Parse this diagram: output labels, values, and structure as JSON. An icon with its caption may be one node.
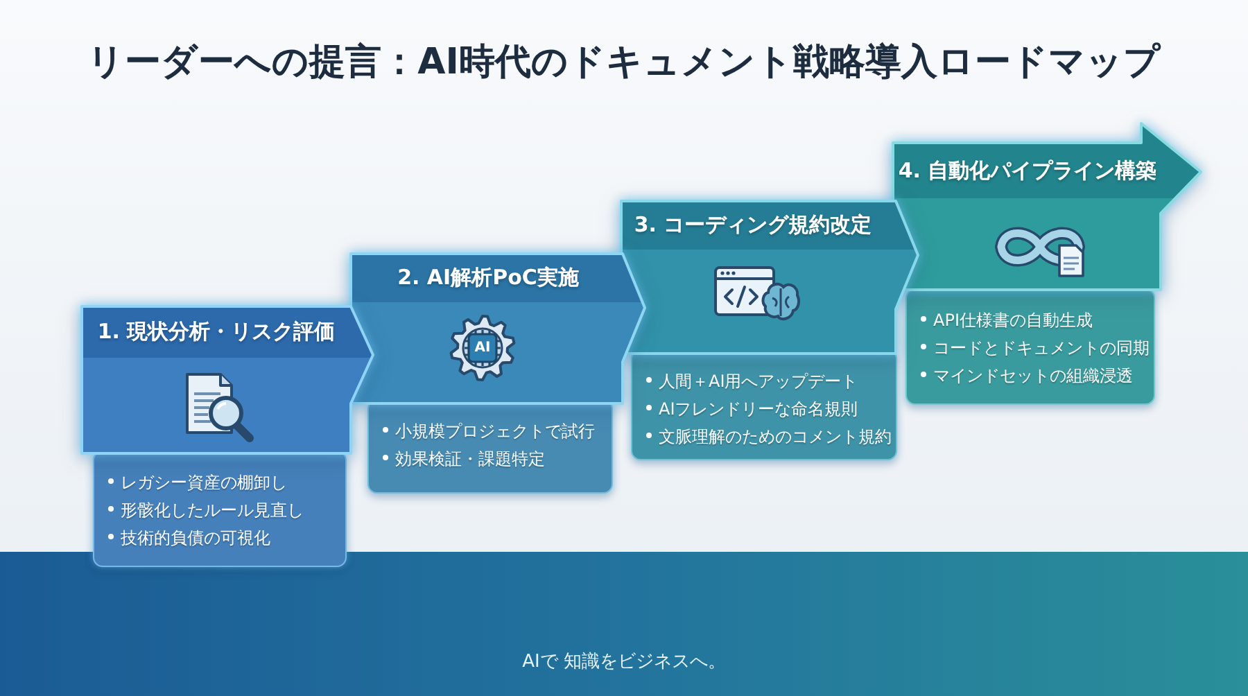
{
  "diagram": {
    "title": "リーダーへの提言：AI時代のドキュメント戦略導入ロードマップ",
    "nodes": [
      {
        "text": [
          "1. 現状分析・リスク評価"
        ]
      },
      {
        "text": [
          "レガシー資産の棚卸し",
          "形骸化したルール見直し",
          "技術的負債の可視化"
        ]
      },
      {
        "text": [
          "2. AI解析PoC実施",
          "AI"
        ]
      },
      {
        "text": [
          "小規模プロジェクトで試行",
          "効果検証・課題特定"
        ]
      },
      {
        "text": [
          "3. コーディング規約改定"
        ]
      },
      {
        "text": [
          "人間＋AI用へアップデート",
          "AIフレンドリーな命名規則",
          "文脈理解のためのコメント規約"
        ]
      },
      {
        "text": [
          "4. 自動化パイプライン構築"
        ]
      },
      {
        "text": [
          "API仕様書の自動生成",
          "コードとドキュメントの同期",
          "マインドセットの組織浸透"
        ]
      }
    ],
    "labels": [
      "AIで 知識をビジネスへ。"
    ]
  }
}
